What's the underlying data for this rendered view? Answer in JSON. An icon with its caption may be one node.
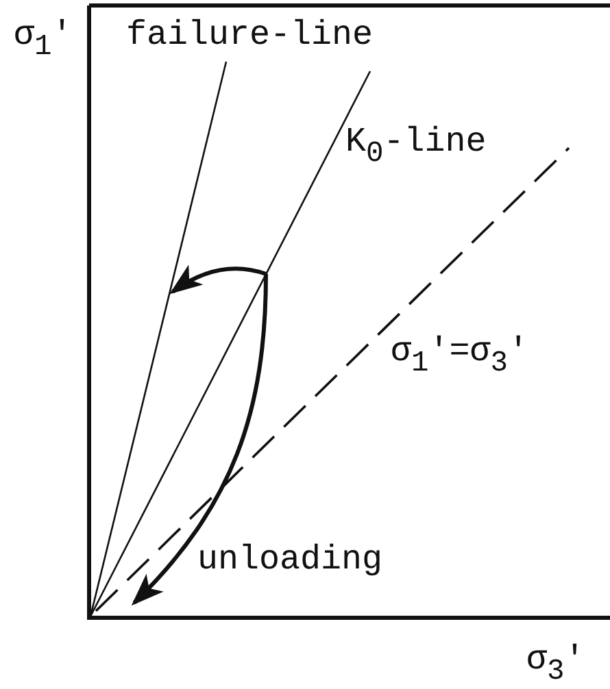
{
  "diagram": {
    "labels": [
      "σ$_{1}$'",
      "failure-line",
      "K$_{0}$-line",
      "σ$_{1}$'=σ$_{3}$'",
      "unloading",
      "σ$_{3}$'"
    ]
  }
}
